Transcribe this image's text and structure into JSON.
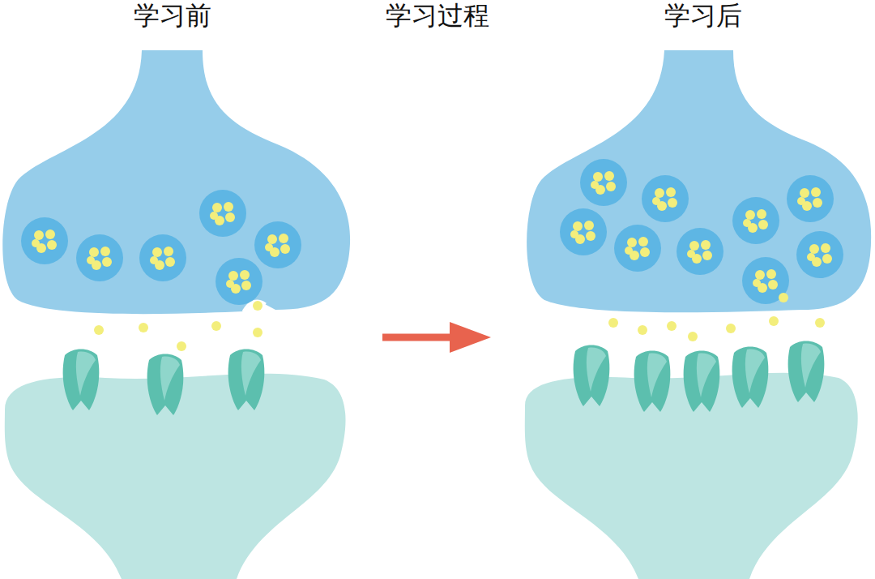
{
  "diagram": {
    "labels": [
      "学习前",
      "学习过程",
      "学习后"
    ]
  }
}
